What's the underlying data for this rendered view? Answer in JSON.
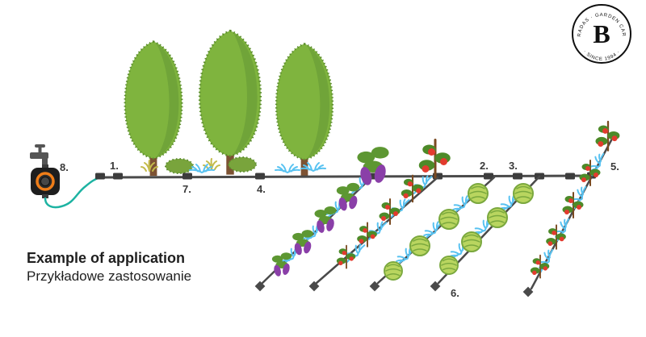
{
  "title": {
    "heading": "Example of application",
    "subheading": "Przykładowe zastosowanie"
  },
  "logo": {
    "letter": "B",
    "arc_top": "· BRADAS · GARDEN CARE ·",
    "arc_bottom": "· SINCE 1994 ·"
  },
  "labels": {
    "n1": "1.",
    "n2": "2.",
    "n3": "3.",
    "n4": "4.",
    "n5": "5.",
    "n6": "6.",
    "n7": "7.",
    "n8": "8."
  },
  "colors": {
    "water_spray": "#58c2f1",
    "hose_teal": "#1db3a2",
    "pipe_gray": "#4a4a4a",
    "tree_green": "#7fb43e",
    "tomato_red": "#e23b2e",
    "eggplant_purple": "#8a3fa8",
    "cabbage_green": "#b9d55f",
    "timer_orange": "#ef7d18"
  }
}
